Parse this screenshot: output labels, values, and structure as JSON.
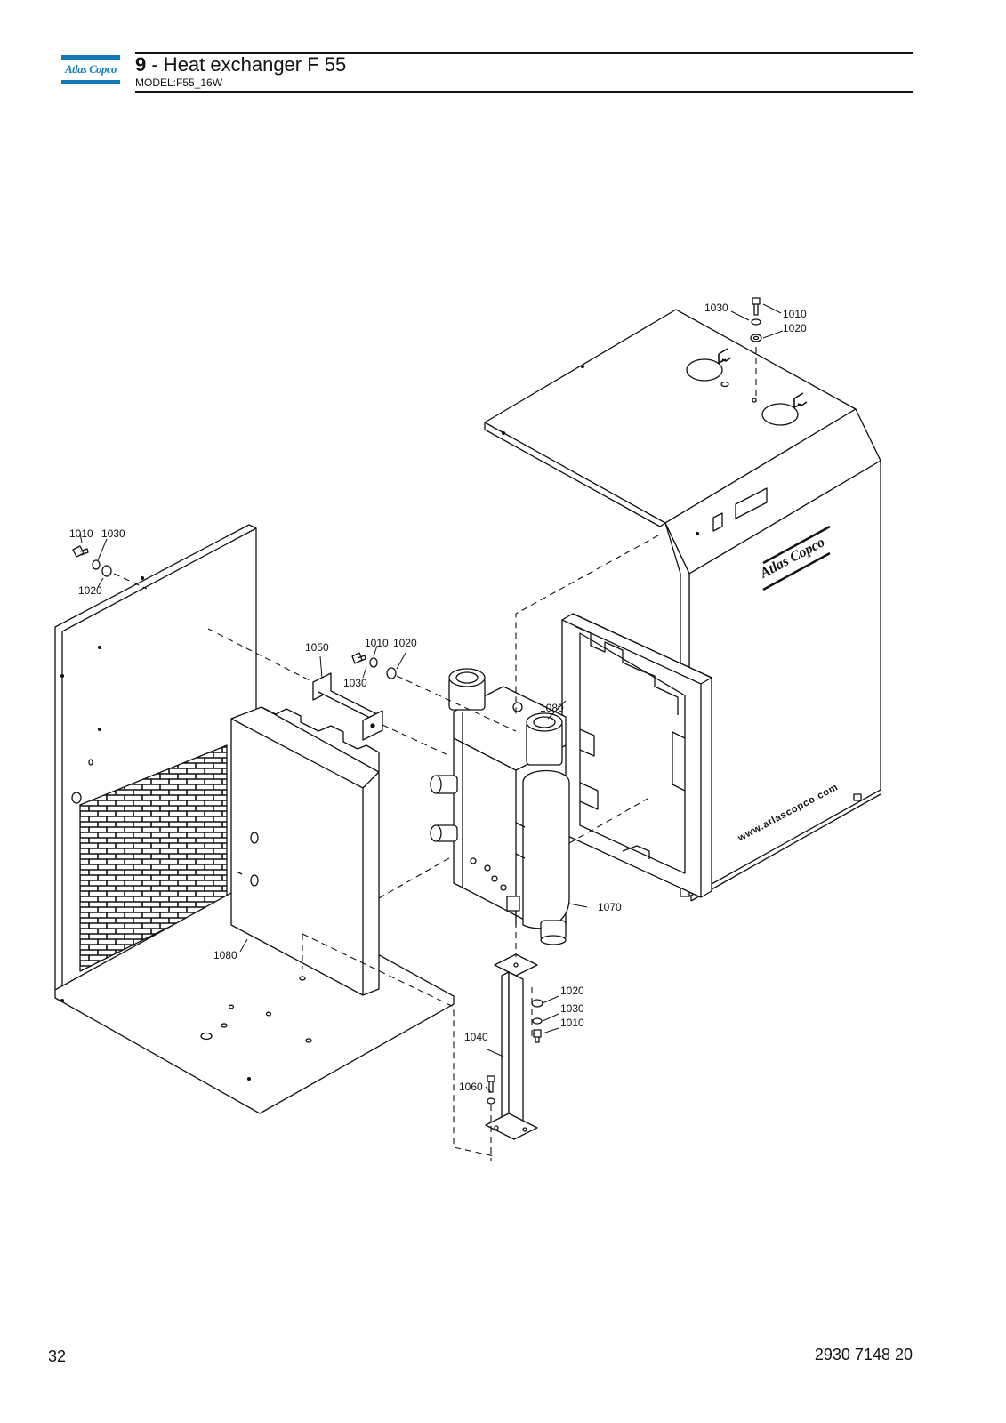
{
  "header": {
    "brand": "Atlas Copco",
    "section_number": "9",
    "section_title": " - Heat exchanger F 55",
    "model": "MODEL:F55_16W"
  },
  "cabinet": {
    "brand_mark": "Atlas Copco",
    "website": "www.atlascopco.com"
  },
  "callouts": {
    "c1": "1030",
    "c2": "1010",
    "c3": "1020",
    "c4": "1010",
    "c5": "1030",
    "c6": "1020",
    "c7": "1050",
    "c8": "1010",
    "c9": "1020",
    "c10": "1030",
    "c11": "1080",
    "c12": "1070",
    "c13": "1080",
    "c14": "1020",
    "c15": "1030",
    "c16": "1010",
    "c17": "1040",
    "c18": "1060"
  },
  "footer": {
    "page_number": "32",
    "document_number": "2930 7148 20"
  }
}
